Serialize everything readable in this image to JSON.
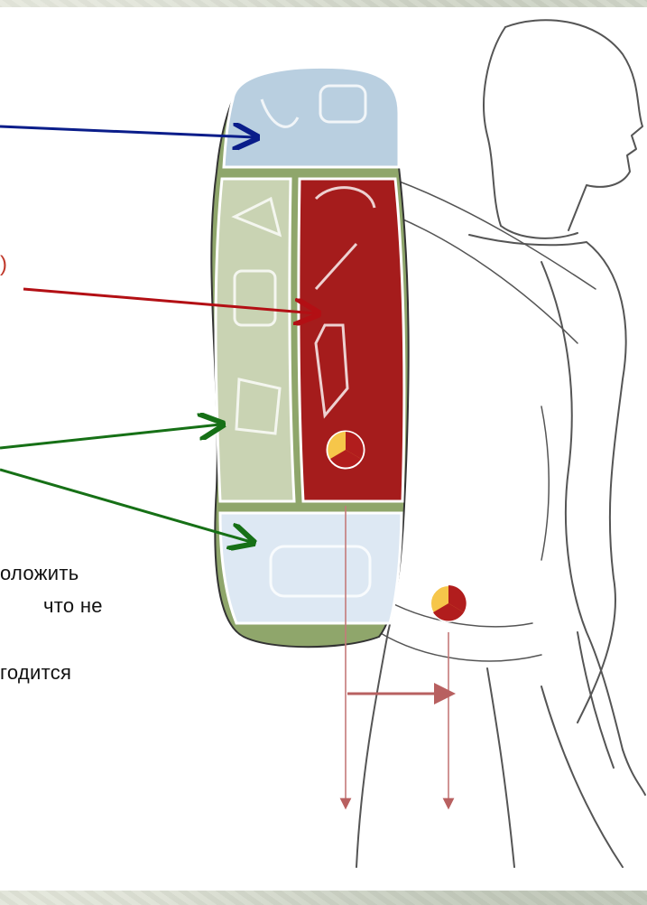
{
  "colors": {
    "arrow_top": "#0a1d8a",
    "arrow_middle": "#b30f14",
    "arrow_lower": "#167016",
    "pack_top_compartment": "#b9cfe0",
    "pack_back_compartment": "#a51c1c",
    "pack_side_compartment": "#8fa66b",
    "pack_bottom_compartment": "#dde8f3",
    "center_of_gravity_marker": "#e8a21c"
  },
  "text_fragments": {
    "line_1": "оложить",
    "line_2": "что не",
    "line_3": "годится",
    "paren": ")"
  },
  "icons": [
    "arrow-right-icon",
    "center-of-gravity-icon"
  ]
}
